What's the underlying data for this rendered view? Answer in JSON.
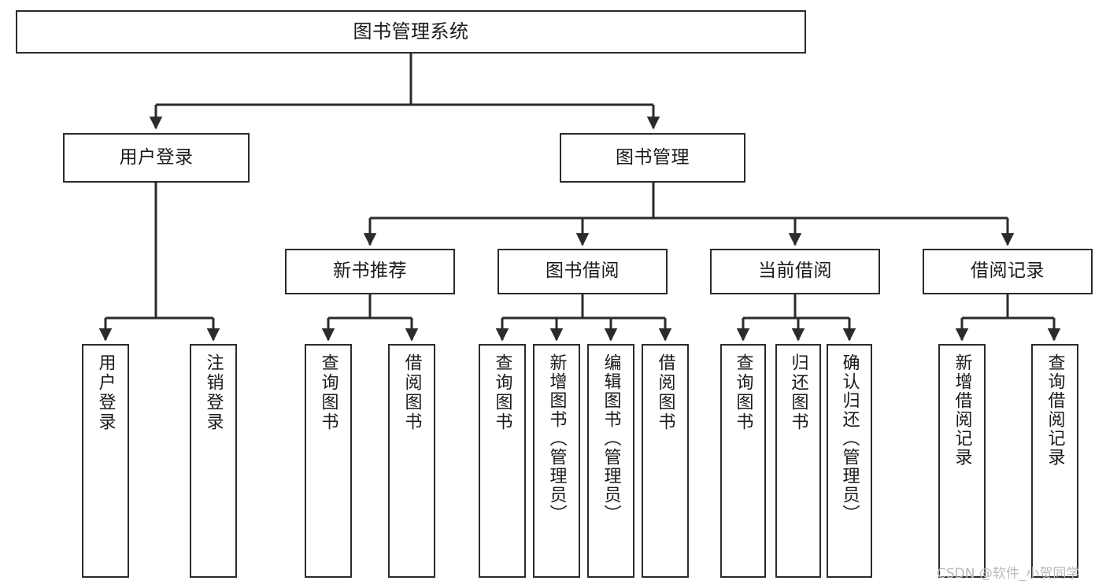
{
  "diagram": {
    "type": "tree",
    "title": "图书管理系统",
    "orientation": "top-down",
    "colors": {
      "box_border": "#2b2b2b",
      "box_fill": "#ffffff",
      "edge": "#2b2b2b",
      "text": "#1a1a1a",
      "watermark": "#b9b9b9",
      "background": "#ffffff"
    }
  },
  "root": {
    "label": "图书管理系统"
  },
  "level2": {
    "user_login": "用户登录",
    "book_manage": "图书管理"
  },
  "level3": {
    "new_book_recommend": "新书推荐",
    "book_borrow": "图书借阅",
    "current_borrow": "当前借阅",
    "borrow_record": "借阅记录"
  },
  "leaves": {
    "user_login": [
      {
        "label": "用户登录"
      },
      {
        "label": "注销登录"
      }
    ],
    "new_book_recommend": [
      {
        "label": "查询图书"
      },
      {
        "label": "借阅图书"
      }
    ],
    "book_borrow": [
      {
        "label": "查询图书"
      },
      {
        "label": "新增图书（管理员）"
      },
      {
        "label": "编辑图书（管理员）"
      },
      {
        "label": "借阅图书"
      }
    ],
    "current_borrow": [
      {
        "label": "查询图书"
      },
      {
        "label": "归还图书"
      },
      {
        "label": "确认归还（管理员）"
      }
    ],
    "borrow_record": [
      {
        "label": "新增借阅记录"
      },
      {
        "label": "查询借阅记录"
      }
    ]
  },
  "watermark": {
    "text": "CSDN @软件_小贺同学"
  }
}
